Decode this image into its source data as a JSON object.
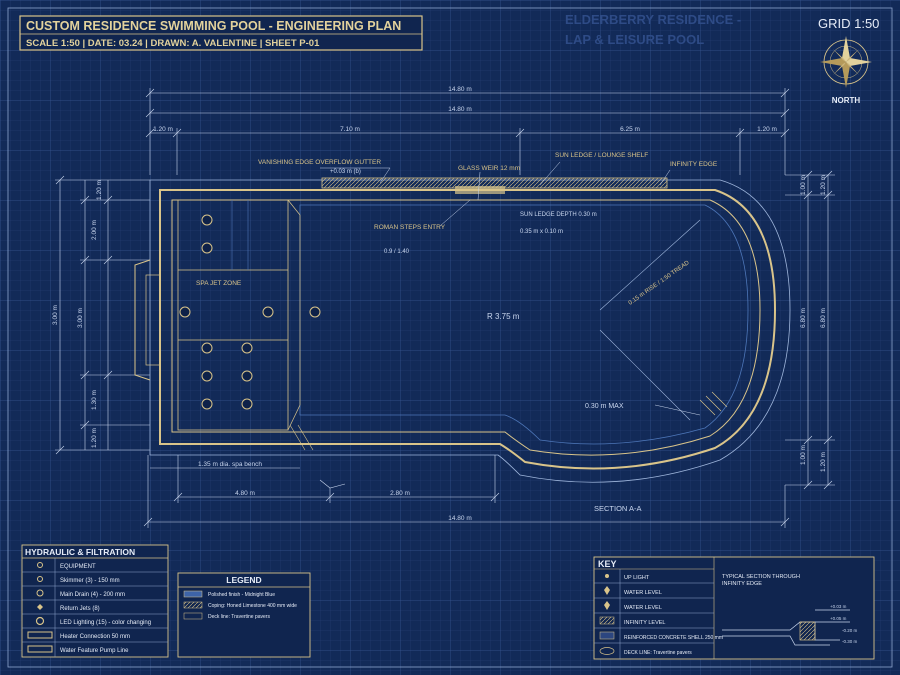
{
  "title_block": {
    "title": "CUSTOM RESIDENCE SWIMMING POOL - ENGINEERING PLAN",
    "subtitle": "SCALE 1:50 | DATE: 03.24 | DRAWN: A. VALENTINE | SHEET P-01"
  },
  "project": {
    "line1": "ELDERBERRY RESIDENCE -",
    "line2": "LAP & LEISURE POOL"
  },
  "grid_label": "GRID 1:50",
  "compass": {
    "label": "NORTH"
  },
  "dimensions": {
    "overall_top_1": "14.80 m",
    "overall_top_2": "14.80 m",
    "seg_a": "1.20 m",
    "seg_b": "7.10 m",
    "seg_c": "6.25 m",
    "seg_d": "1.20 m",
    "left_a": "1.20 m",
    "left_b": "2.00 m",
    "left_c": "3.00 m",
    "left_d": "1.30 m",
    "left_e": "1.20 m",
    "left_overall": "3.00 m",
    "right_a": "1.00 m",
    "right_b": "1.20 m",
    "right_c": "6.80 m",
    "right_d": "6.80 m",
    "right_e": "1.00 m",
    "right_f": "1.20 m",
    "bottom_a": "1.35 m dia. spa bench",
    "bottom_b": "4.80 m",
    "bottom_c": "2.80 m",
    "bottom_overall": "14.80 m"
  },
  "annotations": {
    "gutter": "VANISHING EDGE OVERFLOW GUTTER",
    "gutter_sub": "+0.03 m (b)",
    "weir": "GLASS WEIR 12 mm",
    "sun_ledge": "SUN LEDGE / LOUNGE SHELF",
    "infinity": "INFINITY EDGE",
    "ledge_depth_1": "SUN LEDGE DEPTH 0.30 m",
    "ledge_depth_2": "0.35 m x 0.10 m",
    "roman_steps": "ROMAN STEPS ENTRY",
    "depth_marker": "0.9 / 1.40",
    "spa_jet": "SPA JET ZONE",
    "radius": "R 3.75 m",
    "rise": "0.15 m RISE / 1:50 TREAD",
    "max_depth": "0.30 m MAX",
    "section": "SECTION A-A"
  },
  "hydraulic": {
    "title": "HYDRAULIC & FILTRATION",
    "rows": [
      {
        "icon": "jet-icon",
        "label": "EQUIPMENT"
      },
      {
        "icon": "skimmer-icon",
        "label": "Skimmer (3) - 150 mm"
      },
      {
        "icon": "main-drain-icon",
        "label": "Main Drain (4) - 200 mm"
      },
      {
        "icon": "return-jet-icon",
        "label": "Return Jets (8)"
      },
      {
        "icon": "led-light-icon",
        "label": "LED Lighting (15) - color changing"
      },
      {
        "icon": "heater-icon",
        "label": "Heater Connection 50 mm"
      },
      {
        "icon": "pump-line-icon",
        "label": "Water Feature Pump Line"
      }
    ]
  },
  "legend": {
    "title": "LEGEND",
    "rows": [
      {
        "label": "Polished finish - Midnight Blue"
      },
      {
        "label": "Coping: Honed Limestone 400 mm wide"
      },
      {
        "label": "Deck line: Travertine pavers"
      }
    ]
  },
  "key": {
    "title": "KEY",
    "rows": [
      {
        "icon": "up-light-icon",
        "label": "UP LIGHT"
      },
      {
        "icon": "water-level-icon",
        "label": "WATER LEVEL"
      },
      {
        "icon": "water-level-icon",
        "label": "WATER LEVEL"
      },
      {
        "icon": "infinity-level-icon",
        "label": "INFINITY LEVEL"
      },
      {
        "icon": "shell-icon",
        "label": "REINFORCED CONCRETE SHELL 250 mm"
      },
      {
        "icon": "deck-icon",
        "label": "DECK LINE: Travertine pavers"
      }
    ],
    "section_title_1": "TYPICAL SECTION THROUGH",
    "section_title_2": "INFINITY EDGE",
    "section_level_1": "+0.03 m",
    "section_level_2": "+0.05 m",
    "section_level_3": "-0.20 m",
    "section_level_4": "-0.30 m"
  }
}
